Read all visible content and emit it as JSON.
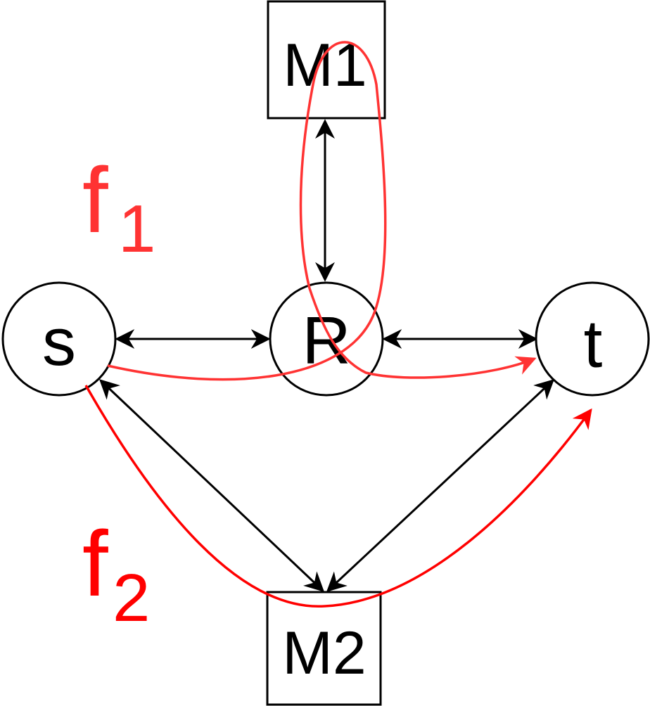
{
  "nodes": {
    "s": "s",
    "r": "R",
    "t": "t",
    "m1": "M1",
    "m2": "M2"
  },
  "flows": {
    "f1": {
      "base": "f",
      "subscript": "1",
      "color": "#ff3333"
    },
    "f2": {
      "base": "f",
      "subscript": "2",
      "color": "#ff0000"
    }
  },
  "edge_color": "#000000"
}
